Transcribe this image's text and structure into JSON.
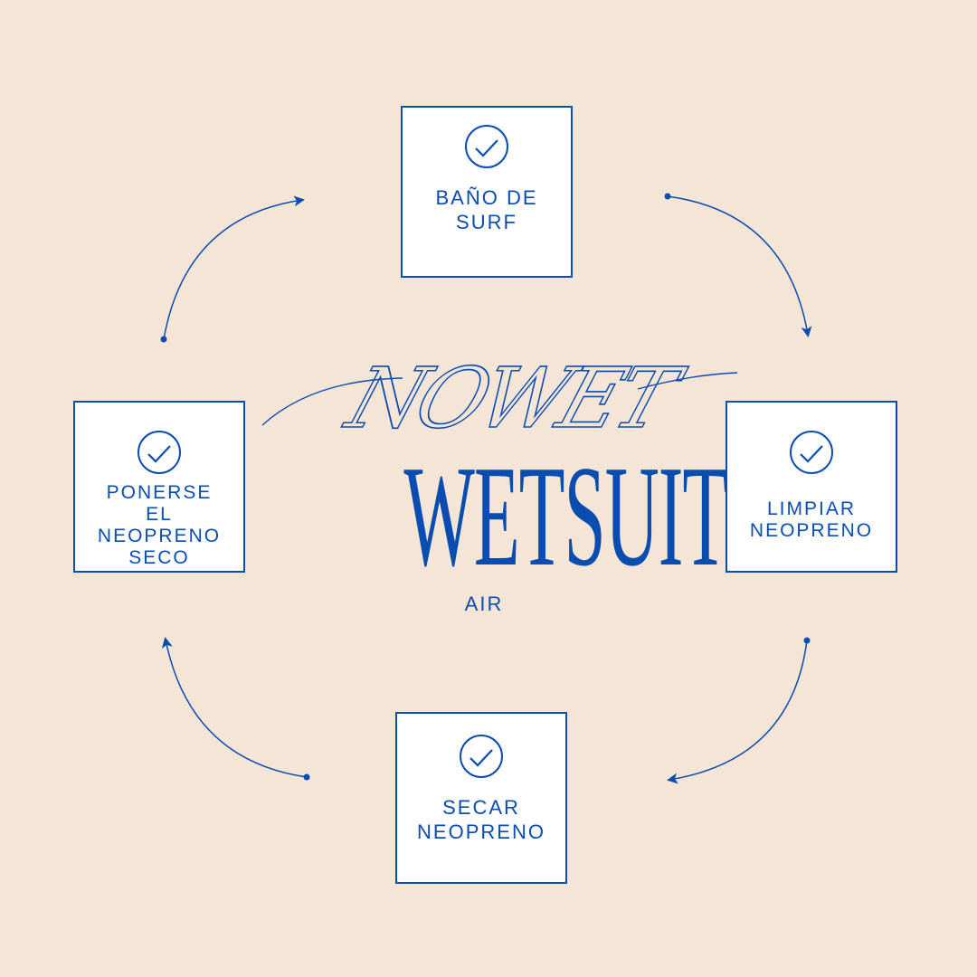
{
  "colors": {
    "background": "#f4e5d7",
    "accent": "#0a4db0",
    "card": "#ffffff"
  },
  "brand": {
    "script": "NOWET",
    "title": "WETSUIT",
    "subtitle": "AIR"
  },
  "steps": [
    {
      "id": "top",
      "label": "BAÑO DE\nSURF",
      "icon": "check-circle-icon"
    },
    {
      "id": "right",
      "label": "LIMPIAR\nNEOPRENO",
      "icon": "check-circle-icon"
    },
    {
      "id": "bottom",
      "label": "SECAR\nNEOPRENO",
      "icon": "check-circle-icon"
    },
    {
      "id": "left",
      "label": "PONERSE\nEL\nNEOPRENO\nSECO",
      "icon": "check-circle-icon"
    }
  ],
  "flow": {
    "direction": "clockwise",
    "arrows": [
      {
        "from": "top",
        "to": "right"
      },
      {
        "from": "right",
        "to": "bottom"
      },
      {
        "from": "bottom",
        "to": "left"
      },
      {
        "from": "left",
        "to": "top"
      }
    ]
  }
}
